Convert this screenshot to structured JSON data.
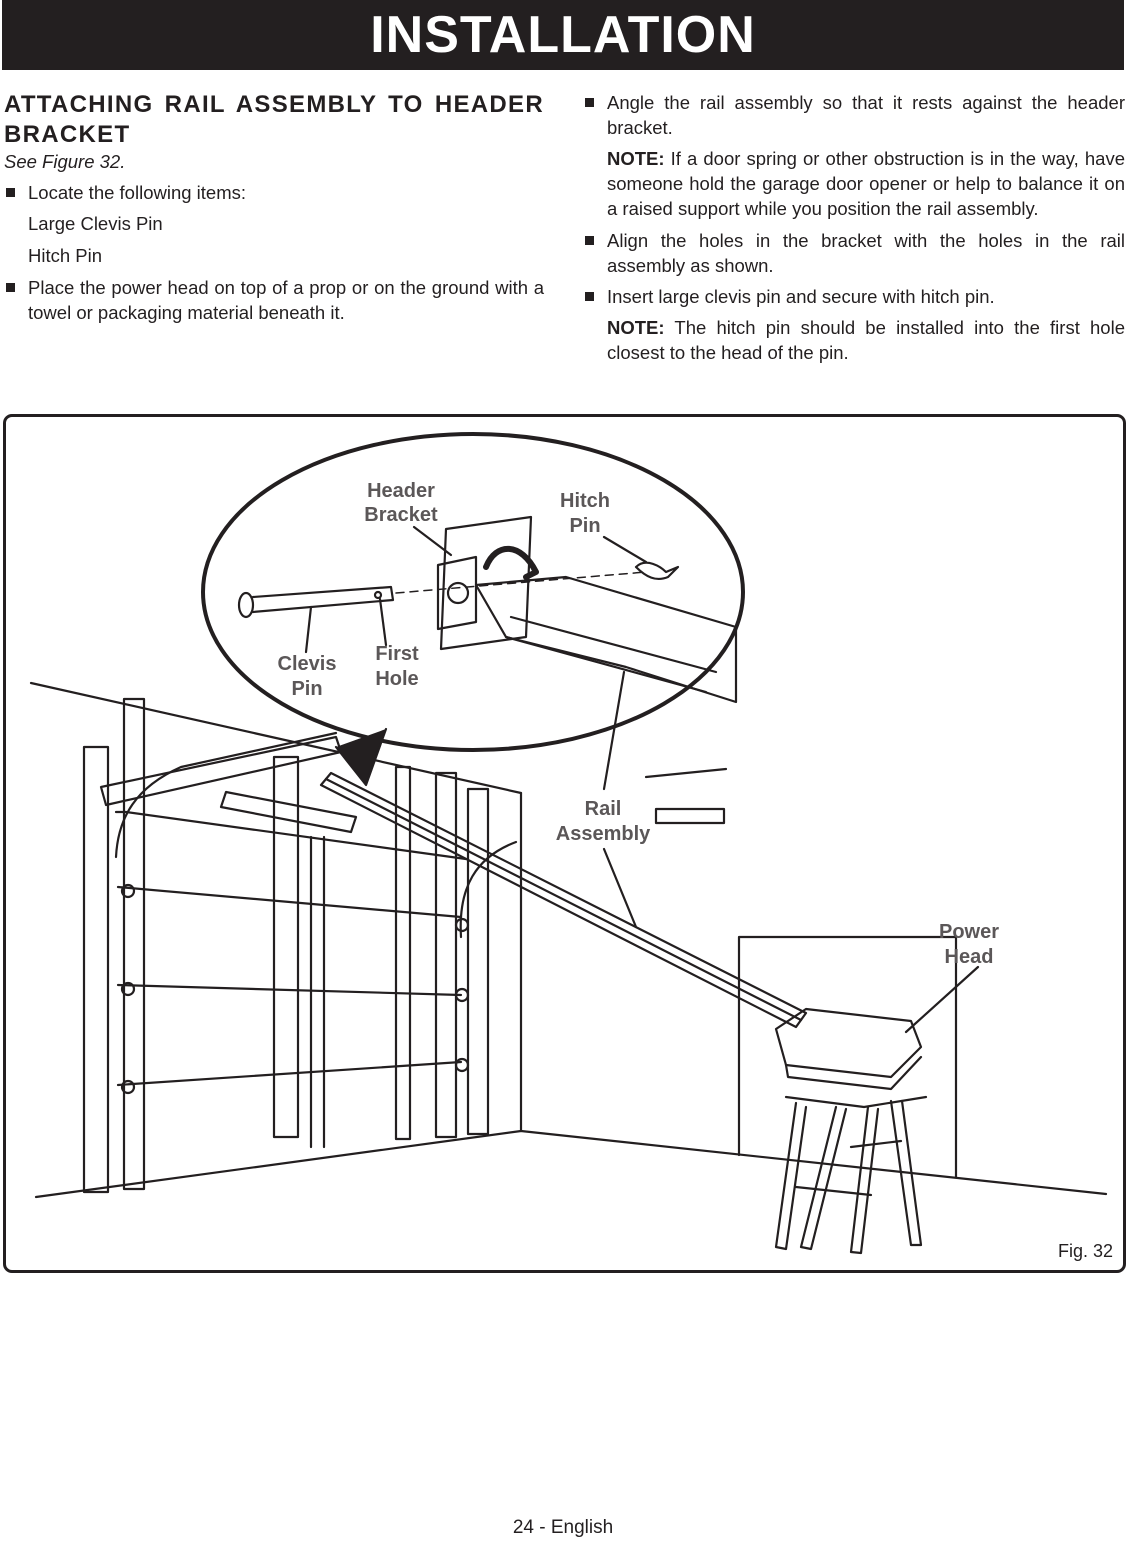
{
  "header": {
    "title": "INSTALLATION"
  },
  "left": {
    "section_title": "ATTACHING RAIL ASSEMBLY TO HEADER BRACKET",
    "see_figure": "See Figure 32.",
    "bullet1": "Locate the following items:",
    "items": [
      "Large Clevis Pin",
      "Hitch Pin"
    ],
    "bullet2": "Place the power head on top of a prop or on the ground with a towel or packaging material beneath it."
  },
  "right": {
    "bullet1": "Angle the rail assembly so that it rests against the header bracket.",
    "note1_label": "NOTE:",
    "note1_text": " If a door spring or other obstruction is in the way, have someone hold the garage door opener or help to balance it on a raised support while you position the rail assembly.",
    "bullet2": "Align the holes in the bracket with the holes in the rail assembly as shown.",
    "bullet3": "Insert large clevis pin and secure with hitch pin.",
    "note2_label": "NOTE:",
    "note2_text": " The hitch pin should be installed into the first hole closest to the head of the pin."
  },
  "figure": {
    "labels": {
      "header_bracket": [
        "Header",
        "Bracket"
      ],
      "hitch_pin": [
        "Hitch",
        "Pin"
      ],
      "clevis_pin": [
        "Clevis",
        "Pin"
      ],
      "first_hole": [
        "First",
        "Hole"
      ],
      "rail_assembly": [
        "Rail",
        "Assembly"
      ],
      "power_head": [
        "Power",
        "Head"
      ]
    },
    "caption": "Fig. 32"
  },
  "footer": {
    "page": "24 - English"
  }
}
